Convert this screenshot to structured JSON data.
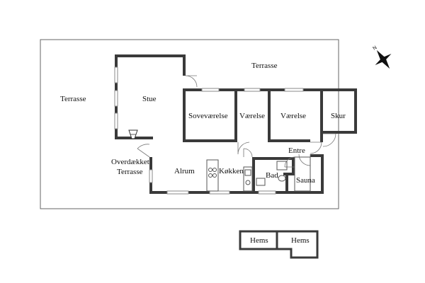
{
  "rooms": {
    "terrasse_left": "Terrasse",
    "terrasse_top": "Terrasse",
    "stue": "Stue",
    "sovevaerelse": "Soveværelse",
    "vaerelse_1": "Værelse",
    "vaerelse_2": "Værelse",
    "skur": "Skur",
    "entre": "Entre",
    "overdaekket_line1": "Overdækket",
    "overdaekket_line2": "Terrasse",
    "alrum": "Alrum",
    "kokken": "Køkken",
    "bad": "Bad",
    "sauna": "Sauna",
    "hems_1": "Hems",
    "hems_2": "Hems"
  },
  "icons": {
    "compass": "north-arrow-icon",
    "stove": "fireplace-icon"
  },
  "colors": {
    "wall": "#3a3a3a",
    "plot_outline": "#666666",
    "background": "#ffffff"
  }
}
